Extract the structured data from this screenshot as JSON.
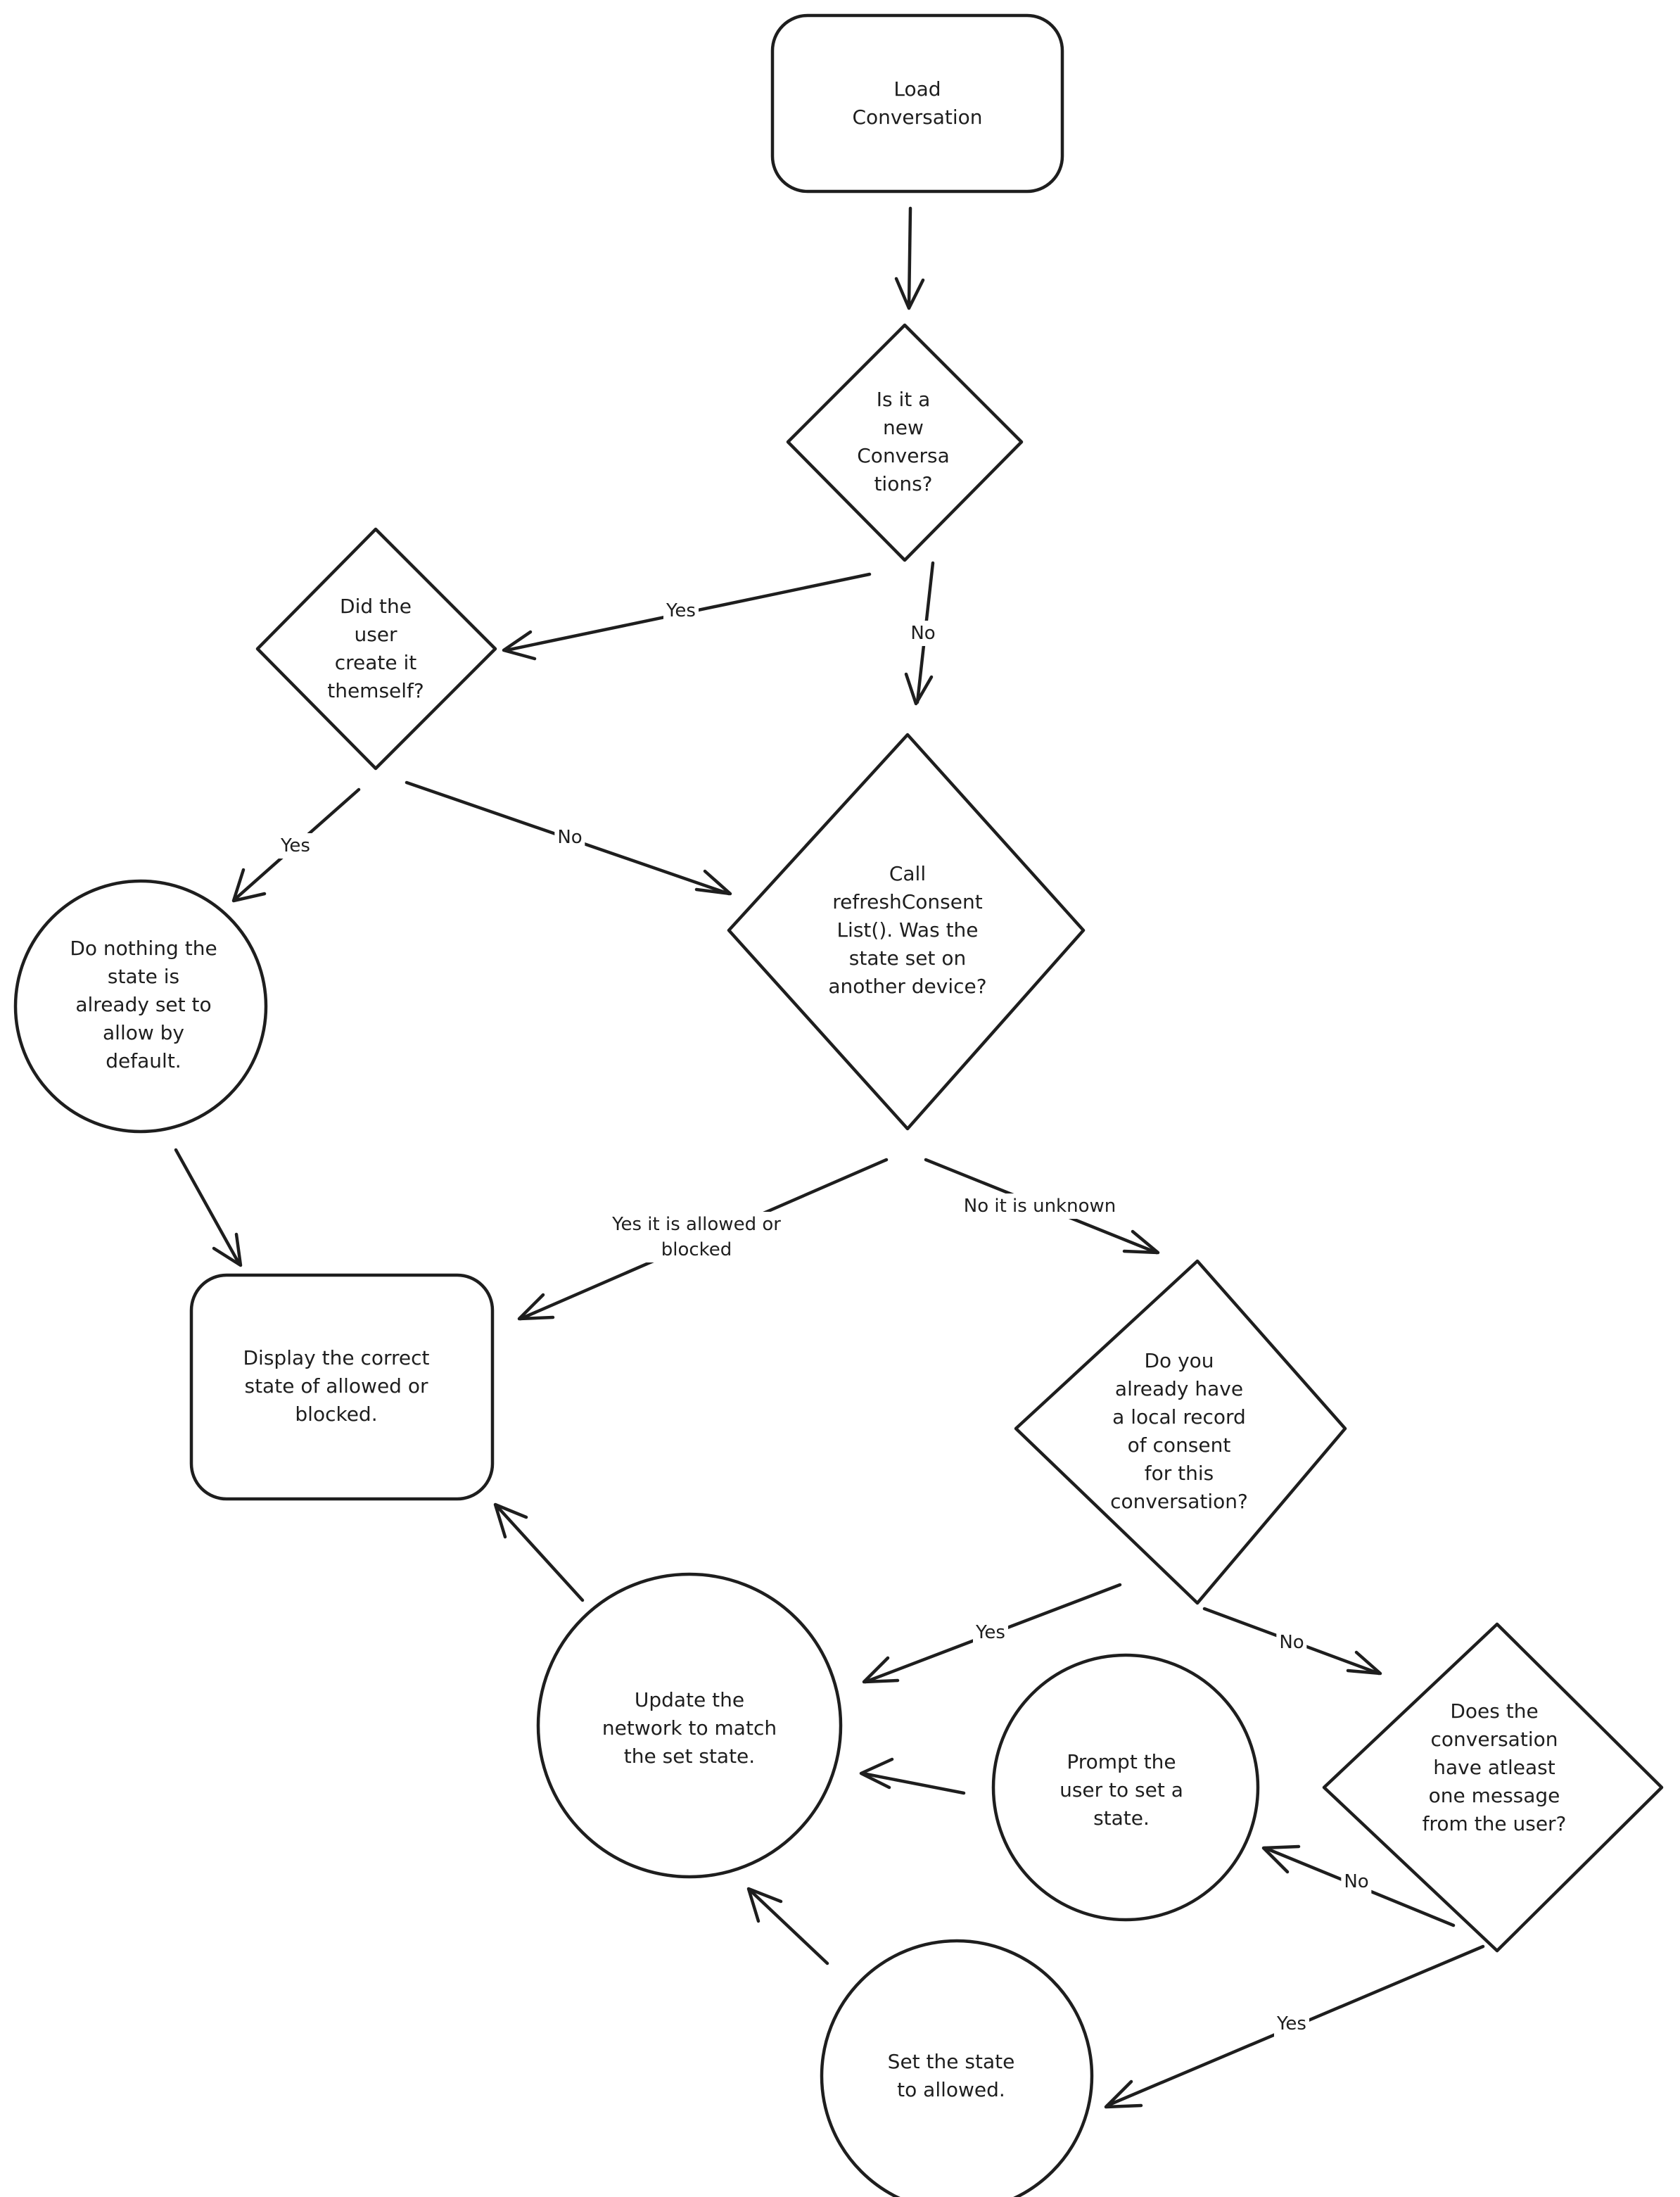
{
  "diagram": {
    "nodes": {
      "load": "Load\nConversation",
      "is_new": "Is it a\nnew\nConversa\ntions?",
      "did_user_create": "Did the\nuser\ncreate it\nthemself?",
      "do_nothing": "Do nothing the\nstate is\nalready set to\nallow by\ndefault.",
      "refresh": "Call\nrefreshConsent\nList(). Was the\nstate set on\nanother device?",
      "display": "Display the correct\nstate of allowed or\nblocked.",
      "local_record": "Do you\nalready have\na local record\nof consent\nfor this\nconversation?",
      "update_network": "Update the\nnetwork to match\nthe set state.",
      "prompt_user": "Prompt the\nuser to set a\nstate.",
      "has_message": "Does the\nconversation\nhave atleast\none message\nfrom the user?",
      "set_allowed": "Set the state\nto allowed."
    },
    "edge_labels": {
      "new_yes": "Yes",
      "new_no": "No",
      "create_yes": "Yes",
      "create_no": "No",
      "refresh_yes": "Yes it is allowed or\nblocked",
      "refresh_no": "No it is unknown",
      "local_yes": "Yes",
      "local_no": "No",
      "message_no": "No",
      "message_yes": "Yes"
    }
  }
}
